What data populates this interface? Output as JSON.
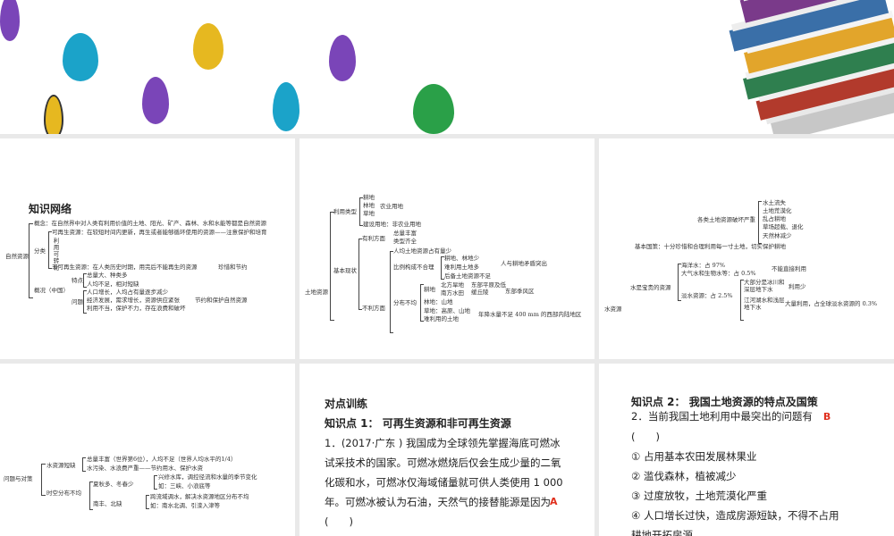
{
  "slide1": {
    "title": "知识网络",
    "root": "自然资源",
    "concept": "概念：在自然界中对人类有利用价值的土地、阳光、矿产、森林、水和水能等都是自然资源",
    "classify": "分类",
    "renewable": "可再生资源：在较短时间内更新，再生或者能够循环使用的资源——注意保护和培育",
    "mid_vertical": "利用可转化",
    "nonrenewable": "非可再生资源：在人类历史时期，用完后不能再生的资源",
    "nonrenewable_tip": "珍惜和节约",
    "overview": "概况（中国）",
    "traits": "特点",
    "trait1": "总量大、种类多",
    "trait2": "人均不足，相对短缺",
    "problems": "问题",
    "prob1": "人口增长，人均占有量逐步减少",
    "prob2": "经济发展，需求增长，资源供应紧张",
    "prob3": "利用不当，保护不力，存在浪费和破坏",
    "measure": "节约和保护自然资源"
  },
  "slide2": {
    "root": "土地资源",
    "use_types": "利用类型",
    "farm": "耕地",
    "forest": "林地",
    "grass": "草地",
    "agri": "农业用地",
    "build": "建设用地：非农业用地",
    "basic": "基本现状",
    "good": "有利方面",
    "good1": "总量丰富",
    "good2": "类型齐全",
    "bad": "不利方面",
    "bad1": "人均土地资源占有量少",
    "ratio": "比例构成不合理",
    "r1": "耕地、林地少",
    "r2": "难利用土地多",
    "r3": "后备土地资源不足",
    "conflict": "人与耕地矛盾突出",
    "uneven": "分布不均",
    "d_farm": "耕地",
    "d_f1": "北方旱地",
    "d_f2": "南方水田",
    "east_plain": "东部平原及低缓丘陵",
    "east_monsoon": "东部季风区",
    "d_forest": "林地：山地",
    "d_grass": "草地：高原、山地",
    "d_hard": "难利用的土地",
    "west": "年降水量不足 400 mm 的西部内陆地区"
  },
  "slide3": {
    "dmg": "各类土地资源破坏严重",
    "d1": "水土流失",
    "d2": "土地荒漠化",
    "d3": "乱占耕地",
    "d4": "草场超载、退化",
    "d5": "天然林减少",
    "policy": "基本国策：十分珍惜和合理利用每一寸土地，切实保护耕地",
    "root": "水资源",
    "precious": "水是宝贵的资源",
    "sea": "海洋水：占 97%",
    "cannot": "不能直接利用",
    "atm": "大气水和生物水等：占 0.5%",
    "fresh": "淡水资源：占 2.5%",
    "f1": "大部分是冰川和深层地下水",
    "usable": "利用少",
    "f2": "江河湖水和浅层地下水",
    "f2b": "大量利用，占全球淡水资源的 0.3%"
  },
  "slide4": {
    "root": "问题与对策",
    "short": "水资源短缺",
    "s1": "总量丰富（世界第6位），人均不足（世界人均水平的1/4）",
    "s2": "水污染、水浪费严重——节约用水、保护水资",
    "time": "时空分布不均",
    "season": "夏秋多、冬春少",
    "sm1": "兴修水库，调控径流和水量的季节变化",
    "sm2": "如：三峡、小浪底等",
    "space": "南丰、北缺",
    "sp1": "跨流域调水，解决水资源地区分布不均",
    "sp2": "如：南水北调、引滦入津等"
  },
  "slide5": {
    "heading1": "对点训练",
    "heading2": "知识点 1： 可再生资源和非可再生资源",
    "q_lines": [
      "1．(2017·广东 ) 我国成为全球领先掌握海底可燃冰",
      "试采技术的国家。可燃冰燃烧后仅会生成少量的二氧",
      "化碳和水，可燃冰仅海域储量就可供人类使用 1 000",
      "年。可燃冰被认为石油，天然气的接替能源是因为"
    ],
    "answer": "A",
    "paren": "(　　)"
  },
  "slide6": {
    "heading": "知识点 2： 我国土地资源的特点及国策",
    "question": "2．当前我国土地利用中最突出的问题有",
    "answer": "B",
    "paren": "(　　)",
    "options": [
      "① 占用基本农田发展林果业",
      "② 滥伐森林，植被减少",
      "③ 过度放牧，土地荒漠化严重",
      "④ 人口增长过快，造成房源短缺，不得不占用",
      "耕地开拓房源"
    ]
  },
  "colors": {
    "egg_purple": "#7a45b8",
    "egg_teal": "#1ba3c9",
    "egg_yellow": "#e6b820",
    "egg_green": "#2aa048",
    "answer": "#e0301e"
  }
}
